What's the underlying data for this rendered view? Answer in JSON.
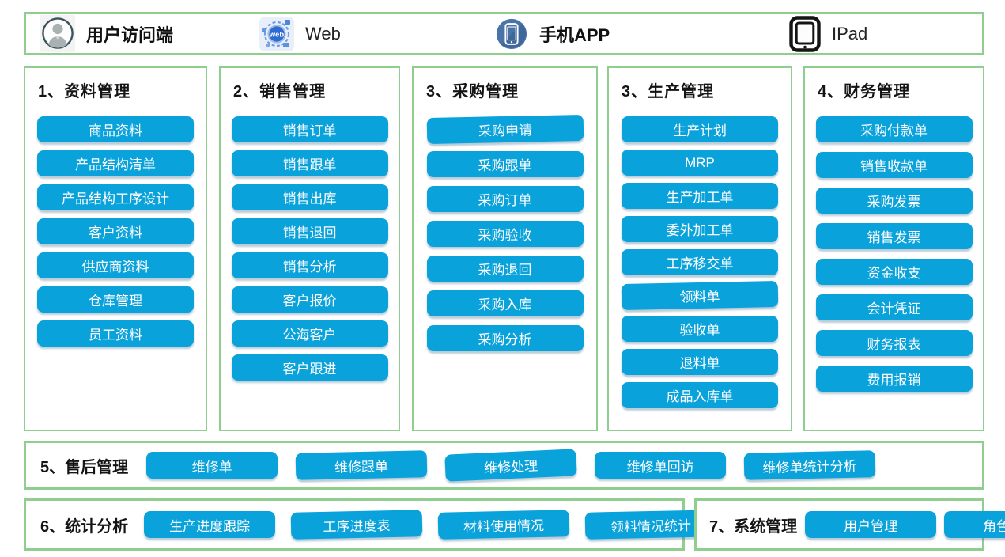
{
  "colors": {
    "button_blue": "#0aa2db",
    "border_green": "#8fce8f",
    "web_icon_blue": "#2e6bd0",
    "phone_icon_blue": "#4a73a8"
  },
  "top_bar": {
    "items": [
      {
        "label": "用户访问端"
      },
      {
        "label": "Web"
      },
      {
        "label": "手机APP"
      },
      {
        "label": "IPad"
      }
    ],
    "web_icon_text": "web"
  },
  "columns": [
    {
      "title": "1、资料管理",
      "items": [
        "商品资料",
        "产品结构清单",
        "产品结构工序设计",
        "客户资料",
        "供应商资料",
        "仓库管理",
        "员工资料"
      ]
    },
    {
      "title": "2、销售管理",
      "items": [
        "销售订单",
        "销售跟单",
        "销售出库",
        "销售退回",
        "销售分析",
        "客户报价",
        "公海客户",
        "客户跟进"
      ]
    },
    {
      "title": "3、采购管理",
      "items": [
        "采购申请",
        "采购跟单",
        "采购订单",
        "采购验收",
        "采购退回",
        "采购入库",
        "采购分析"
      ]
    },
    {
      "title": "3、生产管理",
      "items": [
        "生产计划",
        "MRP",
        "生产加工单",
        "委外加工单",
        "工序移交单",
        "领料单",
        "验收单",
        "退料单",
        "成品入库单"
      ]
    },
    {
      "title": "4、财务管理",
      "items": [
        "采购付款单",
        "销售收款单",
        "采购发票",
        "销售发票",
        "资金收支",
        "会计凭证",
        "财务报表",
        "费用报销"
      ]
    }
  ],
  "strips": [
    {
      "title": "5、售后管理",
      "items": [
        "维修单",
        "维修跟单",
        "维修处理",
        "维修单回访",
        "维修单统计分析"
      ]
    },
    {
      "title": "6、统计分析",
      "items": [
        "生产进度跟踪",
        "工序进度表",
        "材料使用情况",
        "领料情况统计"
      ]
    },
    {
      "title": "7、系统管理",
      "items": [
        "用户管理",
        "角色管理"
      ]
    }
  ]
}
